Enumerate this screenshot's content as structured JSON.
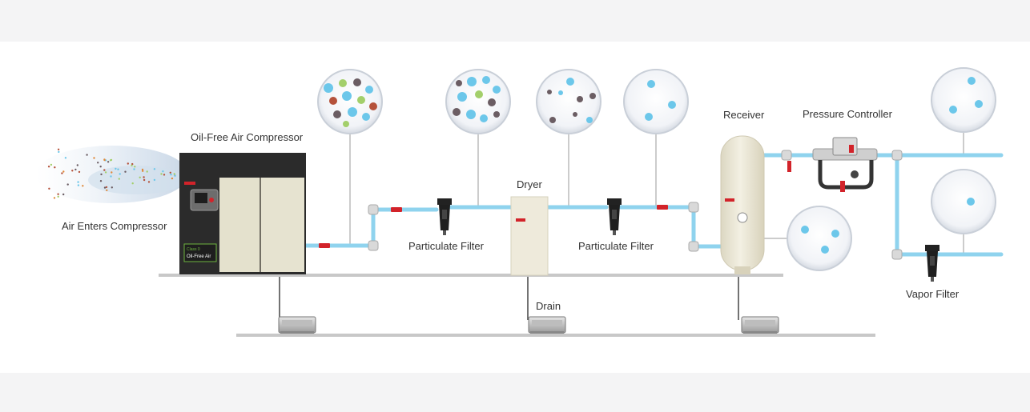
{
  "labels": {
    "air_enters": "Air Enters Compressor",
    "compressor": "Oil-Free Air Compressor",
    "particulate_filter_1": "Particulate Filter",
    "dryer": "Dryer",
    "particulate_filter_2": "Particulate Filter",
    "receiver": "Receiver",
    "pressure_controller": "Pressure Controller",
    "vapor_filter": "Vapor Filter",
    "drain": "Drain"
  },
  "compressor_badge": {
    "class_text": "Class 0",
    "oil_free_text": "Oil-Free Air"
  },
  "colors": {
    "pipe": "#8fd3ee",
    "valve": "#d2232a",
    "cabinet_dark": "#2b2b2b",
    "cabinet_panel": "#e4e1cd",
    "tank": "#eeeadc",
    "floor": "#c8c8c8",
    "particle_blue": "#6cc7ea",
    "particle_green": "#a3cf6b",
    "particle_brown": "#b5523b",
    "particle_gray": "#6b5d63"
  },
  "icons": [
    "brand-logo-icon",
    "pressure-gauge-icon",
    "drain-trap-icon",
    "filter-icon",
    "valve-icon"
  ]
}
